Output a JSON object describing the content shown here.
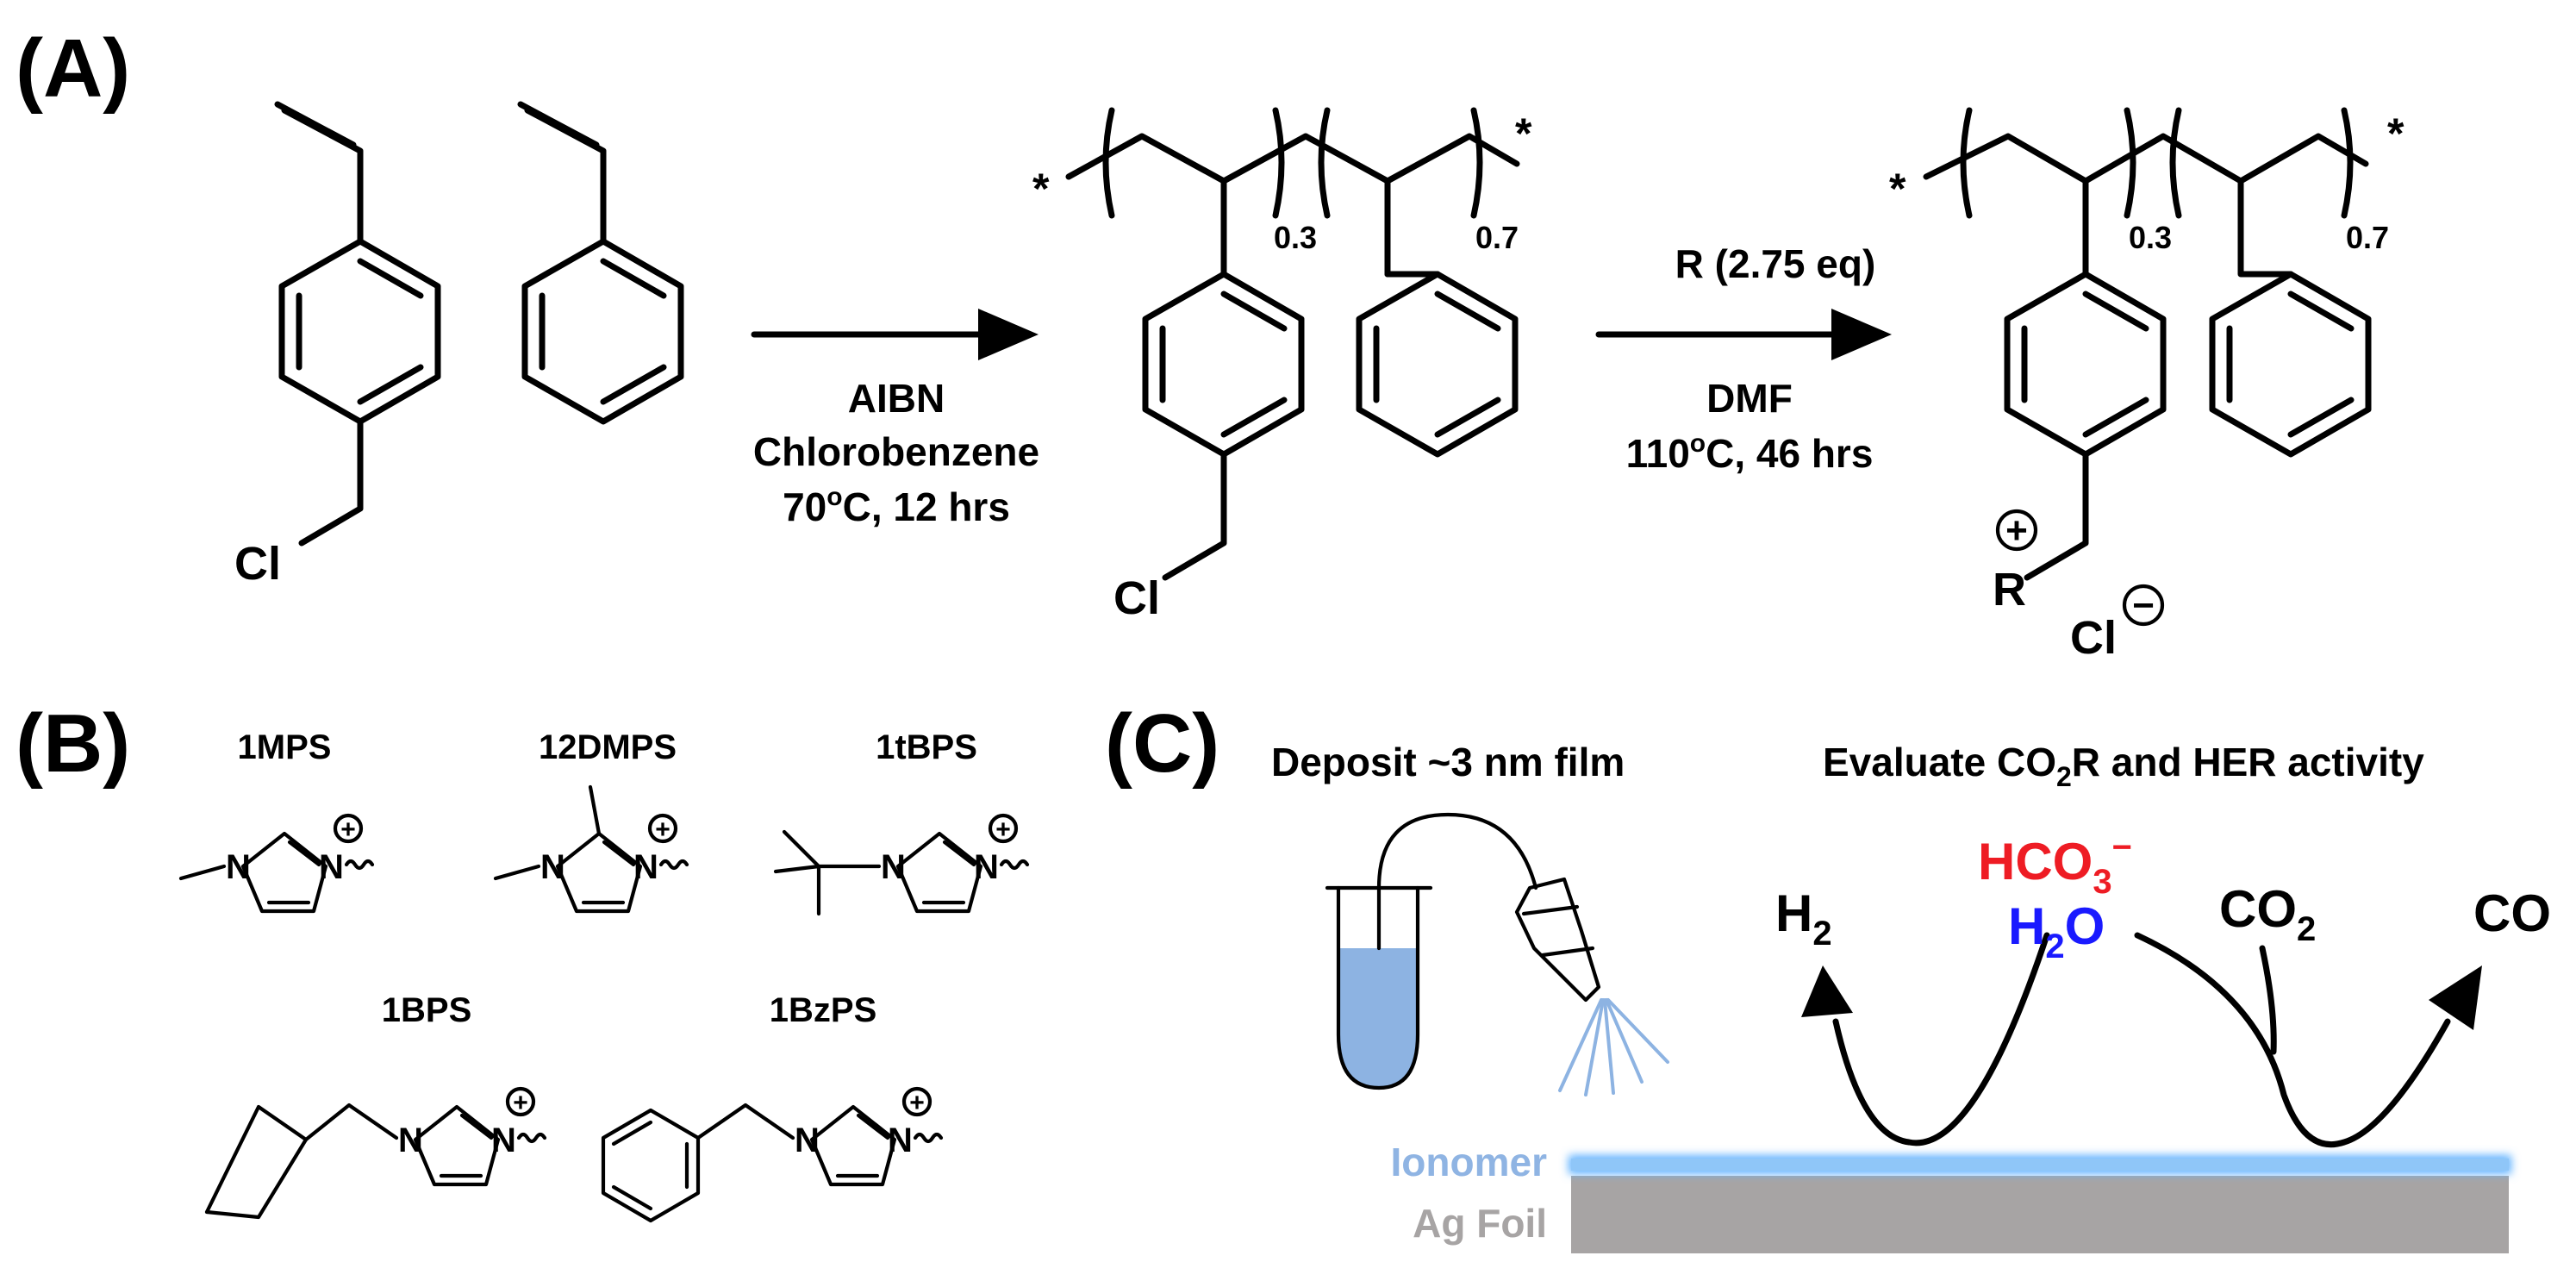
{
  "panel_a": {
    "label": "(A)",
    "arrow1": {
      "line1": "AIBN",
      "line2": "Chlorobenzene",
      "line3_prefix": "70",
      "line3_sup": "o",
      "line3_suffix": "C, 12 hrs"
    },
    "arrow2": {
      "above": "R (2.75 eq)",
      "line1": "DMF",
      "line2_prefix": "110",
      "line2_sup": "o",
      "line2_suffix": "C, 46 hrs"
    },
    "atom_cl": "Cl",
    "atom_r": "R",
    "star": "*",
    "sub_a": "0.3",
    "sub_b": "0.7",
    "plus_sign": "+",
    "minus_sign": "−"
  },
  "panel_b": {
    "label": "(B)",
    "cations": [
      "1MPS",
      "12DMPS",
      "1tBPS",
      "1BPS",
      "1BzPS"
    ],
    "atom_n": "N"
  },
  "panel_c": {
    "label": "(C)",
    "deposit_title": "Deposit ~3 nm film",
    "evaluate_prefix": "Evaluate CO",
    "evaluate_sub": "2",
    "evaluate_suffix": "R and HER activity",
    "h2": {
      "main": "H",
      "sub": "2"
    },
    "bicarbonate": {
      "main": "HCO",
      "sub": "3",
      "sup": "−"
    },
    "water": {
      "main": "H",
      "sub": "2",
      "tail": "O"
    },
    "co2": {
      "main": "CO",
      "sub": "2"
    },
    "co": "CO",
    "ionomer_label": "Ionomer",
    "foil_label": "Ag Foil",
    "colors": {
      "bicarbonate": "#ee1c24",
      "water": "#1a1aff",
      "ionomer": "#8fb4e3",
      "foil": "#a7a4a4",
      "liquid": "#8db3e2"
    }
  }
}
